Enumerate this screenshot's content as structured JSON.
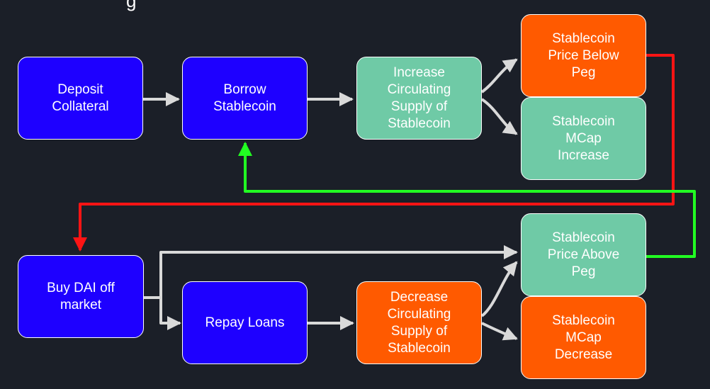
{
  "colors": {
    "background": "#1b1f28",
    "blue": "#1e00ff",
    "teal": "#6fcaa6",
    "orange": "#ff5a00",
    "arrow_gray": "#d9d9d9",
    "arrow_red": "#ff1414",
    "arrow_green": "#22ff22"
  },
  "header": {
    "partial_title": "g"
  },
  "nodes": {
    "deposit": {
      "label": "Deposit\nCollateral",
      "color": "blue"
    },
    "borrow": {
      "label": "Borrow\nStablecoin",
      "color": "blue"
    },
    "increase_supply": {
      "label": "Increase\nCirculating\nSupply of\nStablecoin",
      "color": "teal"
    },
    "price_below": {
      "label": "Stablecoin\nPrice Below\nPeg",
      "color": "orange"
    },
    "mcap_increase": {
      "label": "Stablecoin\nMCap\nIncrease",
      "color": "teal"
    },
    "buy_dai": {
      "label": "Buy DAI off\nmarket",
      "color": "blue"
    },
    "repay": {
      "label": "Repay Loans",
      "color": "blue"
    },
    "decrease_supply": {
      "label": "Decrease\nCirculating\nSupply of\nStablecoin",
      "color": "orange"
    },
    "price_above": {
      "label": "Stablecoin\nPrice Above\nPeg",
      "color": "teal"
    },
    "mcap_decrease": {
      "label": "Stablecoin\nMCap\nDecrease",
      "color": "orange"
    }
  },
  "edges": [
    {
      "from": "deposit",
      "to": "borrow",
      "color": "arrow_gray"
    },
    {
      "from": "borrow",
      "to": "increase_supply",
      "color": "arrow_gray"
    },
    {
      "from": "increase_supply",
      "to": "price_below",
      "color": "arrow_gray"
    },
    {
      "from": "increase_supply",
      "to": "mcap_increase",
      "color": "arrow_gray"
    },
    {
      "from": "price_below",
      "to": "buy_dai",
      "color": "arrow_red"
    },
    {
      "from": "price_above",
      "to": "borrow",
      "color": "arrow_green"
    },
    {
      "from": "buy_dai",
      "to": "price_above",
      "color": "arrow_gray"
    },
    {
      "from": "buy_dai",
      "to": "repay",
      "color": "arrow_gray"
    },
    {
      "from": "repay",
      "to": "decrease_supply",
      "color": "arrow_gray"
    },
    {
      "from": "decrease_supply",
      "to": "price_above",
      "color": "arrow_gray"
    },
    {
      "from": "decrease_supply",
      "to": "mcap_decrease",
      "color": "arrow_gray"
    }
  ]
}
